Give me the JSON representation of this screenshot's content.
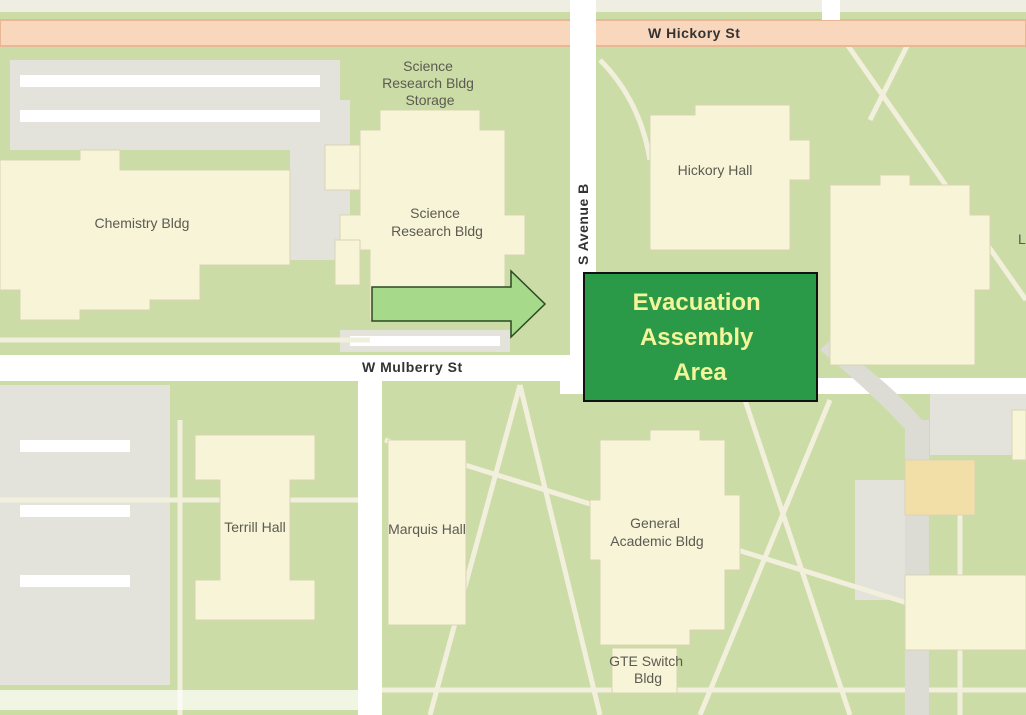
{
  "streets": {
    "hickory": "W Hickory St",
    "mulberry": "W Mulberry St",
    "avenue_b": "S Avenue B"
  },
  "buildings": {
    "science_storage": [
      "Science",
      "Research Bldg",
      "Storage"
    ],
    "science_research": [
      "Science",
      "Research Bldg"
    ],
    "chemistry": "Chemistry Bldg",
    "hickory_hall": "Hickory Hall",
    "terrill_hall": "Terrill Hall",
    "marquis_hall": "Marquis Hall",
    "general_academic": [
      "General",
      "Academic Bldg"
    ],
    "gte_switch": [
      "GTE Switch",
      "Bldg"
    ],
    "edge_label": "L"
  },
  "assembly": {
    "lines": [
      "Evacuation",
      "Assembly",
      "Area"
    ],
    "fill_color": "#2b9a48",
    "text_color": "#f4f49a"
  },
  "arrow": {
    "icon": "right-arrow-icon",
    "color": "#a6d98a"
  },
  "colors": {
    "park": "#cbdca6",
    "building": "#f7f4d8",
    "road": "#ffffff",
    "arterial": "#f9d7bd",
    "parking": "#e3e3dc"
  }
}
